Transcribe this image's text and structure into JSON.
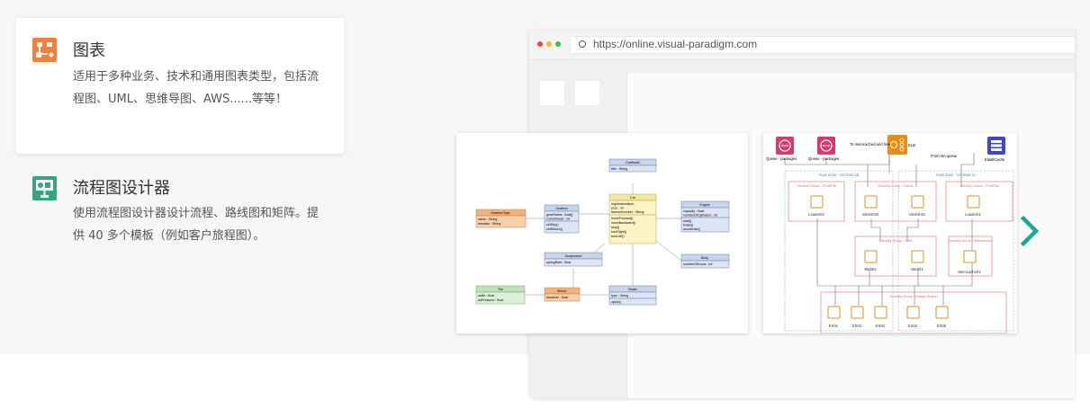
{
  "features": [
    {
      "title": "图表",
      "description": "适用于多种业务、技术和通用图表类型，包括流程图、UML、思维导图、AWS......等等！",
      "icon": "diagram-icon",
      "icon_color": "#f0803c",
      "active": true
    },
    {
      "title": "流程图设计器",
      "description": "使用流程图设计器设计流程、路线图和矩阵。提供 40 多个模板（例如客户旅程图）。",
      "icon": "flowchart-designer-icon",
      "icon_color": "#3aa57c",
      "active": false
    }
  ],
  "browser": {
    "url": "https://online.visual-paradigm.com"
  },
  "uml_diagram": {
    "classes": [
      {
        "name": "CarModel",
        "attrs": [
          "title : String"
        ]
      },
      {
        "name": "Car",
        "attrs": [
          "registrationNum",
          "year : int",
          "licenseNumber : String"
        ],
        "ops": [
          "moveForward()",
          "moveBackward()",
          "stop()",
          "turnRight()",
          "turnLeft()"
        ]
      },
      {
        "name": "Gearbox",
        "attrs": [
          "gearRatios : float[]",
          "currentGear : int"
        ],
        "ops": [
          "shiftUp()",
          "shiftDown()"
        ]
      },
      {
        "name": "GearboxType",
        "attrs": [
          "name : String",
          "remarks : String"
        ]
      },
      {
        "name": "Engine",
        "attrs": [
          "capacity : float",
          "numberOfCylinders : int"
        ],
        "ops": [
          "start()",
          "brake()",
          "accelerate()"
        ]
      },
      {
        "name": "Suspension",
        "attrs": [
          "springRate : float"
        ]
      },
      {
        "name": "Body",
        "attrs": [
          "numberOfDoors : int"
        ]
      },
      {
        "name": "Tire",
        "attrs": [
          "width : float",
          "airPressure : float"
        ]
      },
      {
        "name": "Wheel",
        "attrs": [
          "diameter : float"
        ]
      },
      {
        "name": "Brake",
        "attrs": [
          "type : String"
        ],
        "ops": [
          "apply()"
        ]
      }
    ]
  },
  "aws_diagram": {
    "top_labels": [
      "Queue - packages",
      "Queue - packages",
      "To memcached and hive",
      "ELB",
      "From NA queue",
      "ElastiCache"
    ],
    "zones": [
      "Avail Zone - US East 1b",
      "Avail Zone - US East 1c"
    ],
    "groups": [
      "Security Group - ProdPub",
      "Security Group - Cache",
      "Security Group - ProdPub",
      "Security Group - Web",
      "Security Group - Memcached",
      "Security Group - Elastic Search"
    ],
    "nodes": [
      "Loader02",
      "Varnish02",
      "Varnish01",
      "Loader01",
      "Web02",
      "Web01",
      "Memcache01"
    ],
    "es_nodes": [
      "ES01",
      "ES03",
      "ES04",
      "ES02",
      "ES05"
    ]
  },
  "colors": {
    "accent_teal": "#1aa89b",
    "aws_orange": "#e88d14",
    "security_group_red": "#e26b6b",
    "zone_blue": "#6aa7d8"
  }
}
